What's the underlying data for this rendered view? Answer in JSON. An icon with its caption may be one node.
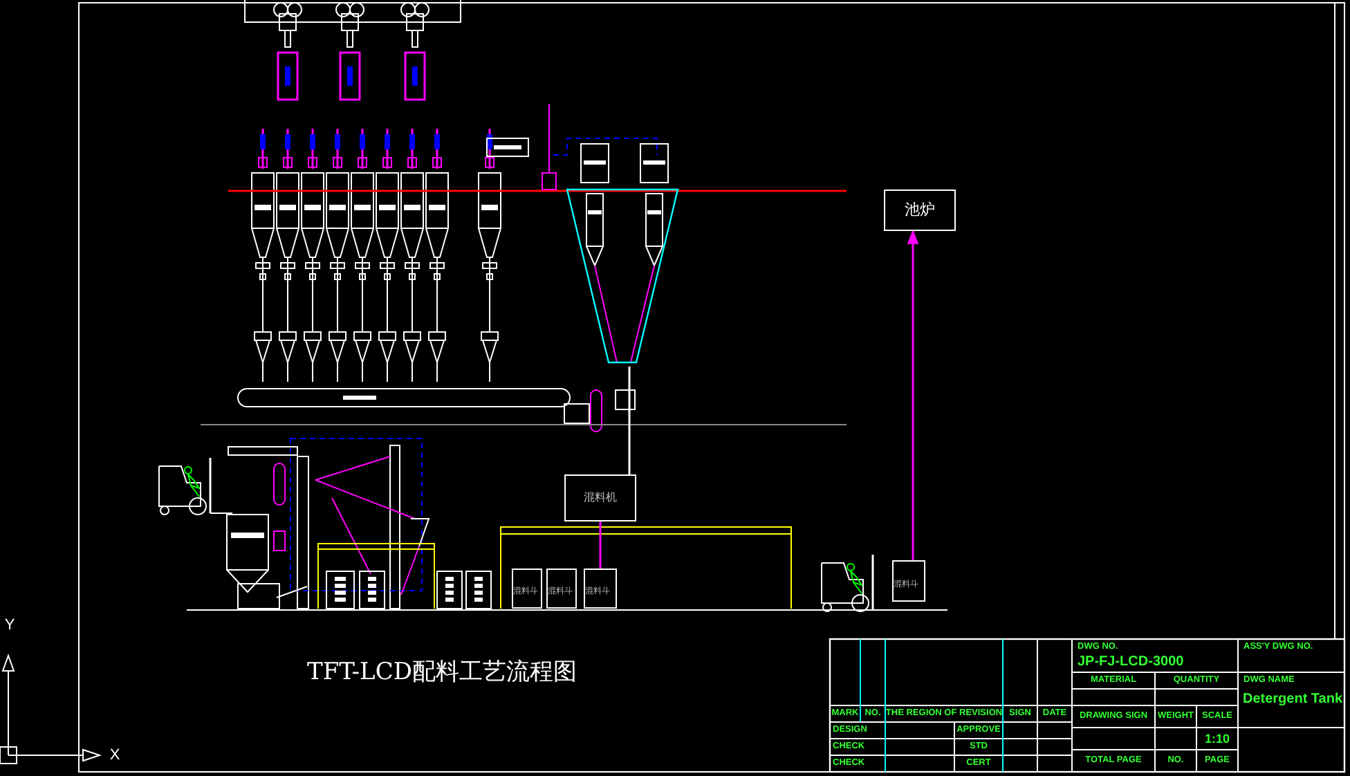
{
  "diagram": {
    "title": "TFT-LCD配料工艺流程图",
    "nodes": [
      {
        "text": [],
        "shape": "funnel"
      },
      {
        "text": [
          "池炉"
        ]
      },
      {
        "text": [
          "混料机"
        ]
      },
      {
        "text": [
          "混料斗"
        ]
      },
      {
        "text": [
          "混料斗"
        ]
      },
      {
        "text": [
          "混料斗"
        ]
      },
      {
        "text": [
          "混料斗"
        ]
      }
    ],
    "edges": [
      {
        "from": 0,
        "to": 2,
        "arrow": "none",
        "color": "#ffffff"
      },
      {
        "from": 2,
        "to": 5,
        "arrow": "none"
      },
      {
        "from": 6,
        "to": 1,
        "arrow": "to"
      }
    ],
    "labels": [
      "Y",
      "DWG NO.",
      "JP-FJ-LCD-3000",
      "ASS'Y DWG NO.",
      "MATERIAL",
      "QUANTITY",
      "DWG NAME",
      "Detergent Tank",
      "MARK",
      "NO.",
      "THE REGION OF REVISION",
      "SIGN",
      "DATE",
      "DRAWING SIGN",
      "WEIGHT",
      "SCALE",
      "DESIGN",
      "APPROVE",
      "1:10",
      "CHECK",
      "STD",
      "CHECK",
      "CERT",
      "TOTAL PAGE",
      "NO.",
      "PAGE",
      "X"
    ]
  }
}
